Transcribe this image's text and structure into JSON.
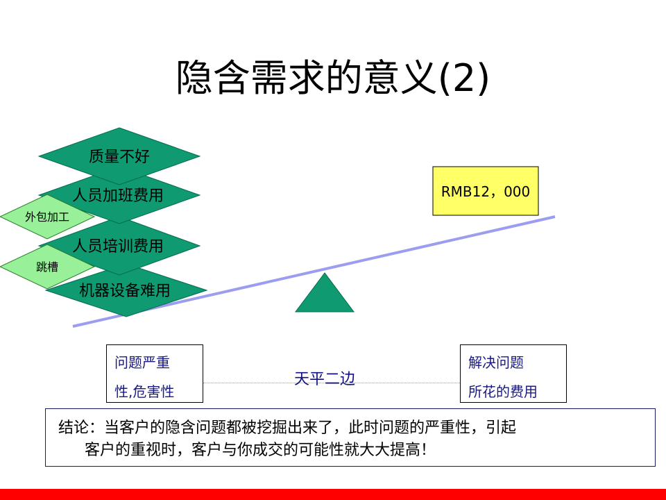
{
  "title": "隐含需求的意义(2)",
  "left_stack": {
    "diamonds": [
      {
        "label": "质量不好"
      },
      {
        "label": "人员加班费用"
      },
      {
        "label": "人员培训费用"
      },
      {
        "label": "机器设备难用"
      }
    ],
    "side_tags": [
      {
        "label": "外包加工"
      },
      {
        "label": "跳槽"
      }
    ]
  },
  "price_box": {
    "label": "RMB12，000"
  },
  "left_box": {
    "line1": "问题严重",
    "line2": "性,危害性"
  },
  "right_box": {
    "line1": "解决问题",
    "line2": "所花的费用"
  },
  "balance_label": "天平二边",
  "conclusion": {
    "line1": "结论：当客户的隐含问题都被挖掘出来了，此时问题的严重性，引起",
    "line2": "客户的重视时，客户与你成交的可能性就大大提高！"
  },
  "colors": {
    "diamond_fill": "#0f9a72",
    "side_tag_fill": "#98f098",
    "fulcrum_fill": "#0f9a72",
    "beam": "#9c9cf0",
    "price_box_fill": "#ffff66",
    "footer_bar": "#ff0000"
  }
}
